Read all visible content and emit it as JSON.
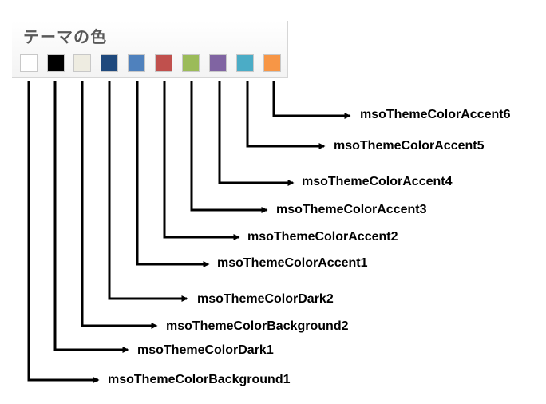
{
  "palette": {
    "title": "テーマの色",
    "swatches": [
      {
        "color": "#ffffff",
        "label": "msoThemeColorBackground1"
      },
      {
        "color": "#000000",
        "label": "msoThemeColorDark1"
      },
      {
        "color": "#eeece1",
        "label": "msoThemeColorBackground2"
      },
      {
        "color": "#1f497d",
        "label": "msoThemeColorDark2"
      },
      {
        "color": "#4f81bd",
        "label": "msoThemeColorAccent1"
      },
      {
        "color": "#c0504d",
        "label": "msoThemeColorAccent2"
      },
      {
        "color": "#9bbb59",
        "label": "msoThemeColorAccent3"
      },
      {
        "color": "#8064a2",
        "label": "msoThemeColorAccent4"
      },
      {
        "color": "#4bacc6",
        "label": "msoThemeColorAccent5"
      },
      {
        "color": "#f79646",
        "label": "msoThemeColorAccent6"
      }
    ]
  }
}
